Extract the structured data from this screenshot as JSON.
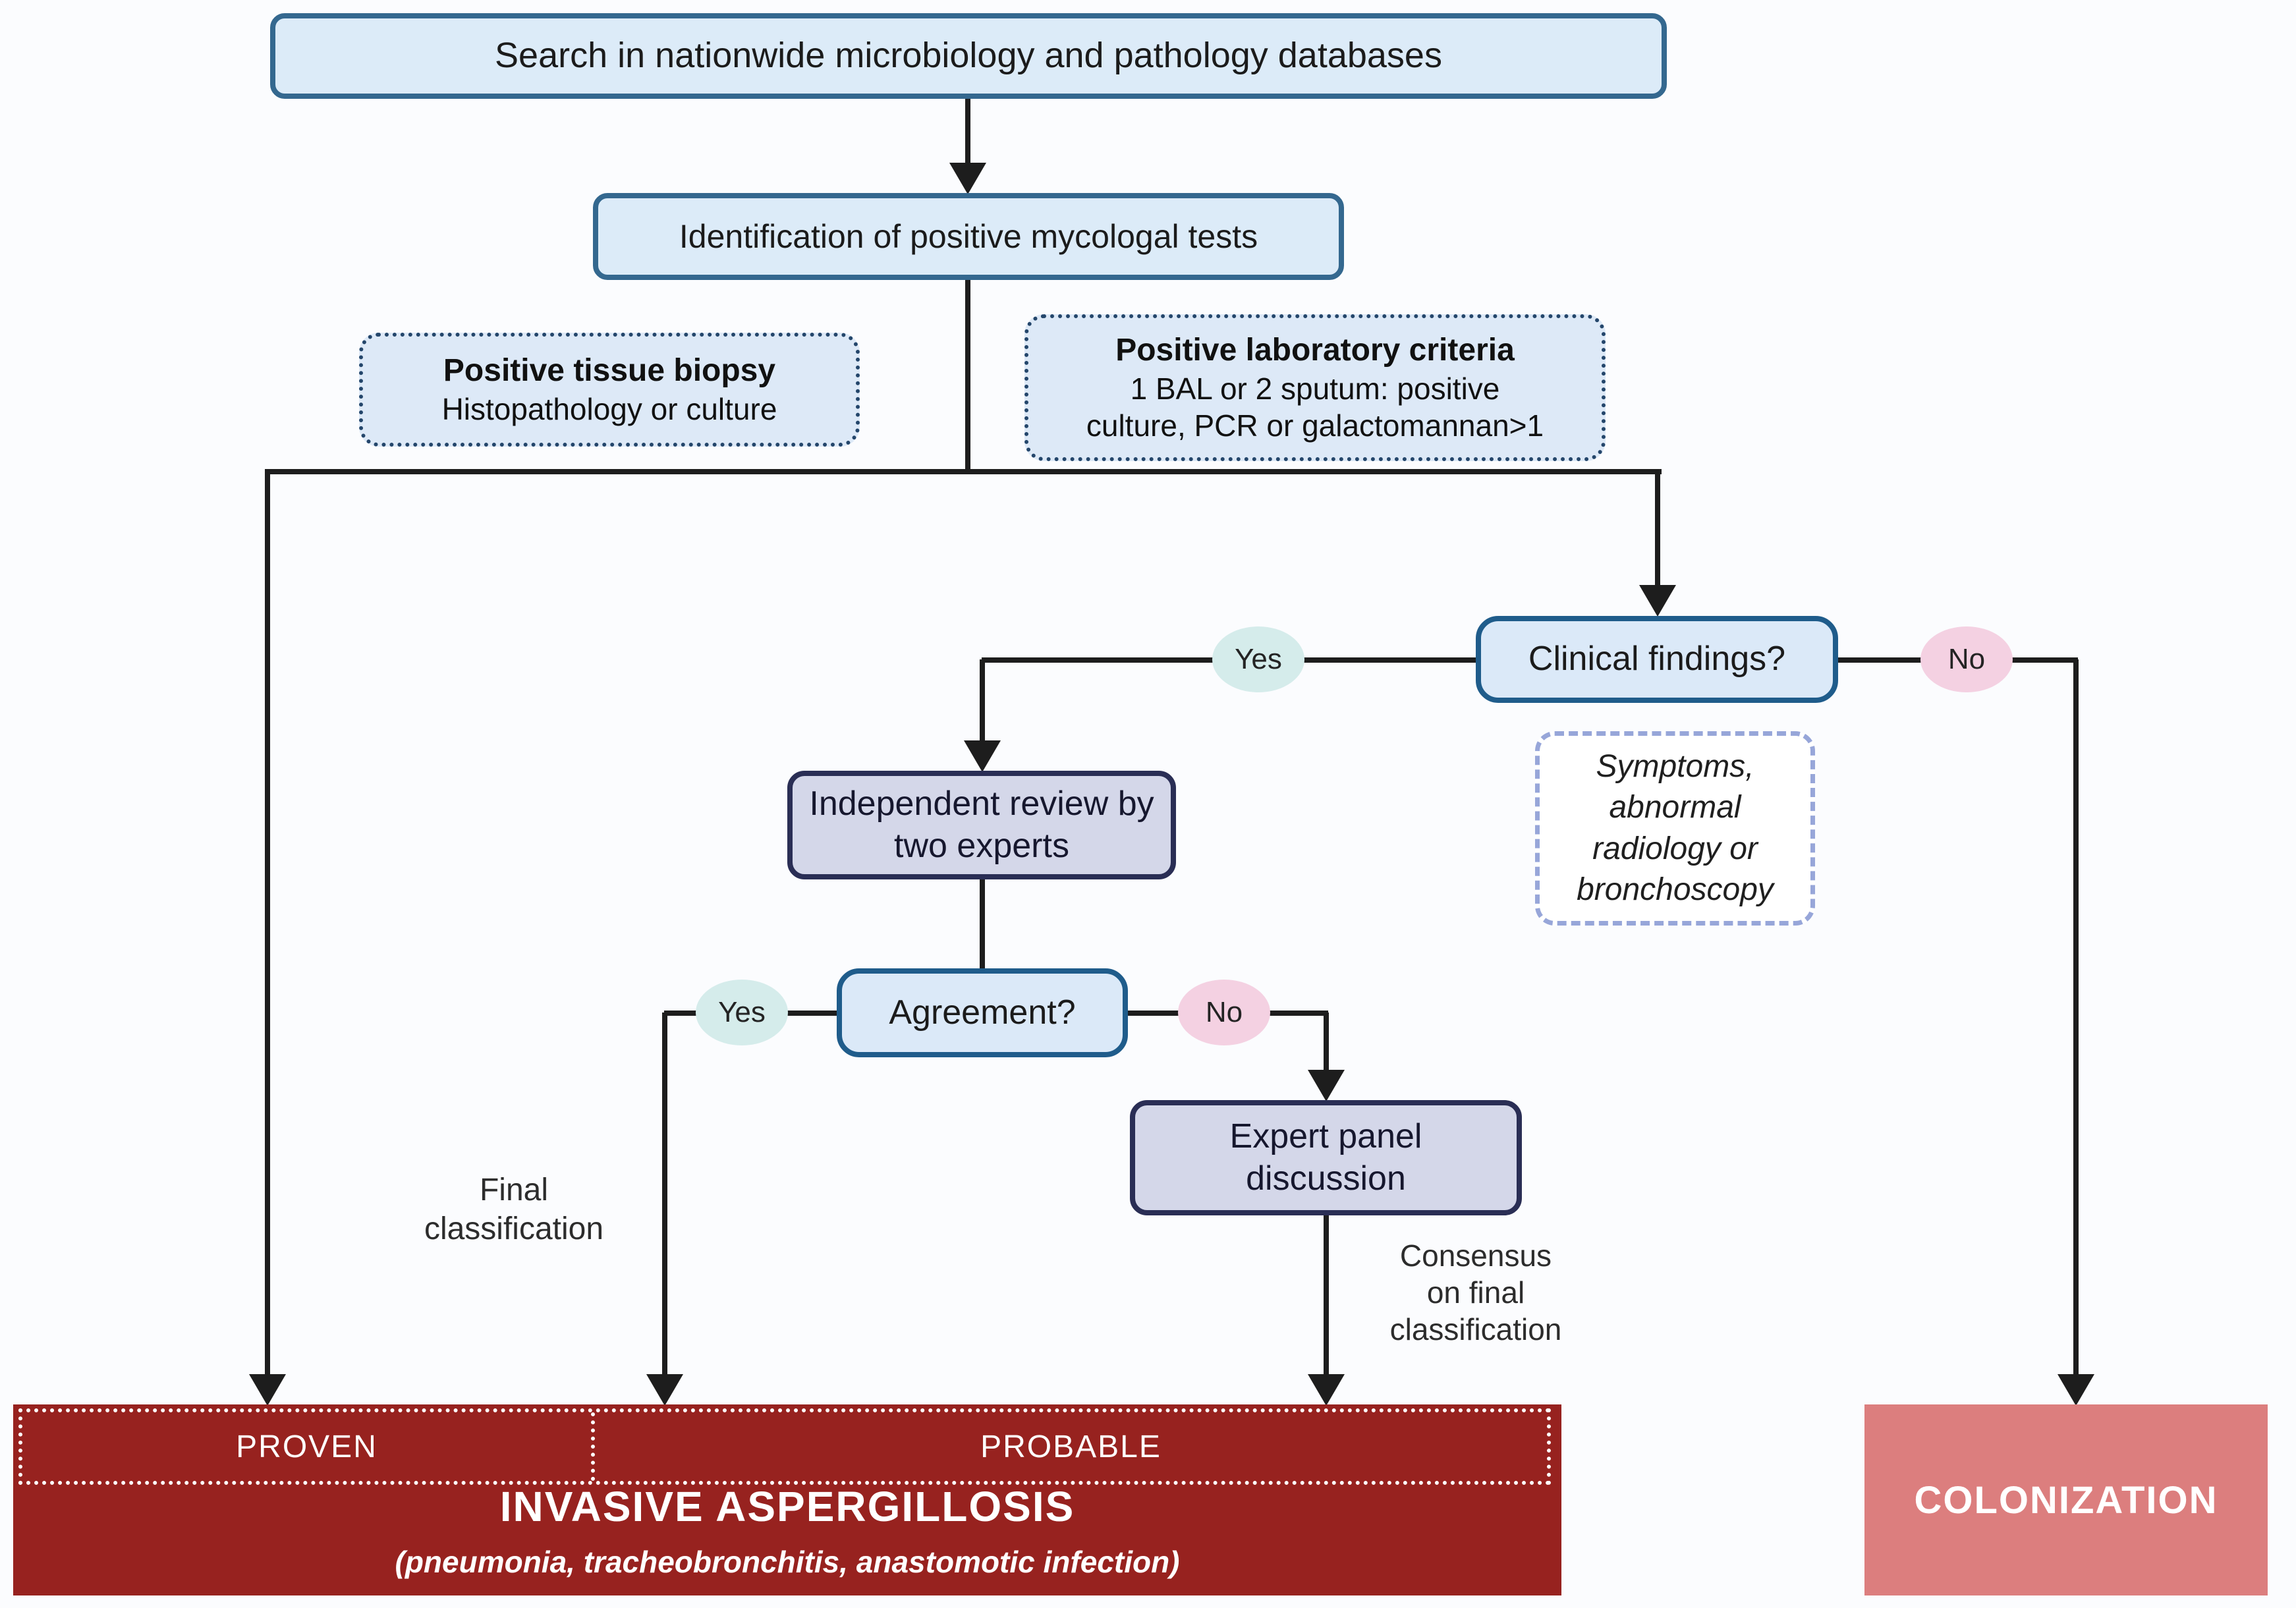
{
  "nodes": {
    "search": {
      "label": "Search in nationwide microbiology and pathology databases"
    },
    "identification": {
      "label": "Identification of positive mycologal tests"
    },
    "tissue": {
      "title": "Positive tissue biopsy",
      "body": "Histopathology or culture"
    },
    "lab": {
      "title": "Positive laboratory criteria",
      "body": "1 BAL or 2 sputum: positive\nculture, PCR or galactomannan>1"
    },
    "clinical": {
      "label": "Clinical findings?"
    },
    "symptoms": {
      "label": "Symptoms, abnormal radiology or bronchoscopy"
    },
    "independent_review": {
      "label": "Independent review by\ntwo experts"
    },
    "agreement": {
      "label": "Agreement?"
    },
    "expert_panel": {
      "label": "Expert panel\ndiscussion"
    }
  },
  "edges": {
    "clinical_yes": "Yes",
    "clinical_no": "No",
    "agreement_yes": "Yes",
    "agreement_no": "No",
    "final_classification_label": "Final\nclassification",
    "consensus_label": "Consensus\non final\nclassification"
  },
  "outcomes": {
    "proven": "PROVEN",
    "probable": "PROBABLE",
    "invasive_title": "INVASIVE ASPERGILLOSIS",
    "invasive_subtitle": "(pneumonia, tracheobronchitis, anastomotic infection)",
    "colonization": "COLONIZATION"
  },
  "colors": {
    "light_blue_fill": "#dcebf8",
    "blue_border": "#34688f",
    "question_border": "#1f5c8b",
    "dotted_fill": "#dde9f7",
    "dotted_border": "#24466b",
    "lavender_fill": "#d4d7e9",
    "navy_border": "#2a2e55",
    "dashed_border": "#97a6d9",
    "yes_fill": "#d5eceb",
    "no_fill": "#f4d1e2",
    "dark_red": "#97221f",
    "salmon": "#dc7e7e",
    "line": "#1d1d1d"
  }
}
